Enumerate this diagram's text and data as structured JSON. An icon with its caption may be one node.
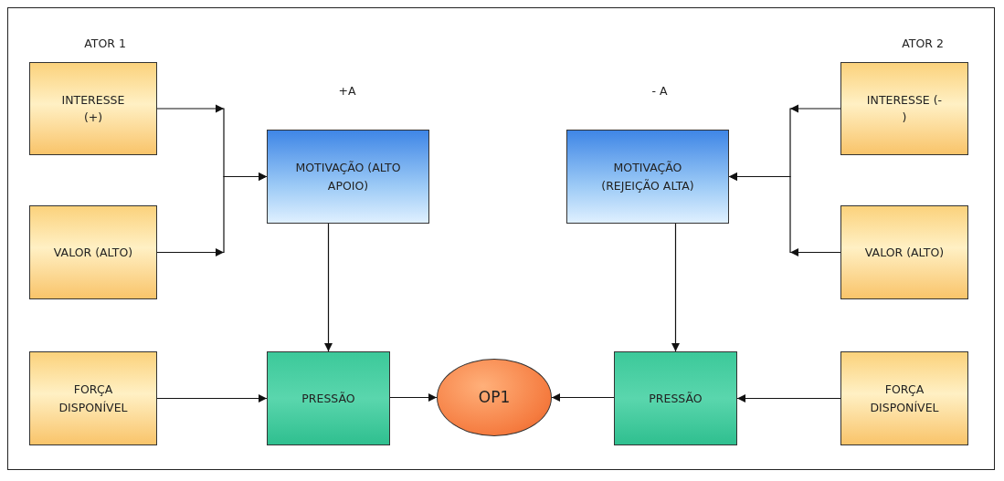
{
  "diagram": {
    "nodes": [
      {
        "text": [
          "INTERESSE (+)"
        ]
      },
      {
        "text": [
          "MOTIVAÇÃO (ALTO APOIO)"
        ]
      },
      {
        "text": [
          "MOTIVAÇÃO (REJEIÇÃO ALTA)"
        ]
      },
      {
        "text": [
          "INTERESSE (- )"
        ]
      },
      {
        "text": [
          "VALOR (ALTO)"
        ]
      },
      {
        "text": [
          "VALOR (ALTO)"
        ]
      },
      {
        "text": [
          "FORÇA DISPONÍVEL"
        ]
      },
      {
        "text": [
          "PRESSÃO"
        ]
      },
      {
        "text": [
          "OP1"
        ]
      },
      {
        "text": [
          "PRESSÃO"
        ]
      },
      {
        "text": [
          "FORÇA DISPONÍVEL"
        ]
      }
    ],
    "edges": [
      {
        "from": 0,
        "to": 1,
        "arrow": "to"
      },
      {
        "from": 4,
        "to": 1,
        "arrow": "to"
      },
      {
        "from": 3,
        "to": 2,
        "arrow": "to"
      },
      {
        "from": 5,
        "to": 2,
        "arrow": "to"
      },
      {
        "from": 1,
        "to": 7,
        "arrow": "to"
      },
      {
        "from": 2,
        "to": 9,
        "arrow": "to"
      },
      {
        "from": 6,
        "to": 7,
        "arrow": "to"
      },
      {
        "from": 10,
        "to": 9,
        "arrow": "to"
      },
      {
        "from": 7,
        "to": 8,
        "arrow": "to"
      },
      {
        "from": 9,
        "to": 8,
        "arrow": "to"
      }
    ],
    "labels": [
      "ATOR 1",
      "ATOR 2",
      "+A",
      "- A"
    ]
  }
}
